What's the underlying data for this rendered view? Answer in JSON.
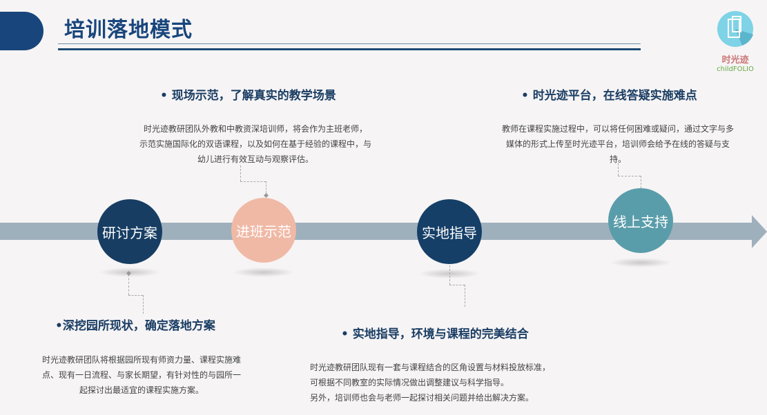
{
  "title": "培训落地模式",
  "logo": {
    "cn": "时光迹",
    "en": "childFOLIO"
  },
  "steps": [
    {
      "label": "研讨方案",
      "color": "#173d63"
    },
    {
      "label": "进班示范",
      "color": "#f0b9a6"
    },
    {
      "label": "实地指导",
      "color": "#153f67"
    },
    {
      "label": "线上支持",
      "color": "#5a9daa"
    }
  ],
  "blocks": [
    {
      "heading": "•深挖园所现状，确定落地方案",
      "lines": [
        "时光迹教研团队将根据园所现有师资力量、课程实施难",
        "点、现有一日流程、与家长期望，有针对性的与园所一",
        "起探讨出最适宜的课程实施方案。"
      ]
    },
    {
      "heading": "• 现场示范，了解真实的教学场景",
      "lines": [
        "时光迹教研团队外教和中教资深培训师，将会作为主班老师，",
        "示范实施国际化的双语课程，以及如何在基于经验的课程中，与",
        "幼儿进行有效互动与观察评估。"
      ]
    },
    {
      "heading": "• 实地指导，环境与课程的完美结合",
      "lines": [
        "时光迹教研团队现有一套与课程结合的区角设置与材料投放标准，",
        "可根据不同教室的实际情况做出调整建议与科学指导。",
        "另外，培训师也会与老师一起探讨相关问题并给出解决方案。"
      ]
    },
    {
      "heading": "• 时光迹平台，在线答疑实施难点",
      "lines": [
        "教师在课程实施过程中，可以将任何困难或疑问，通过文字与多",
        "媒体的形式上传至时光迹平台，培训师会给予在线的答疑与支",
        "持。"
      ]
    }
  ]
}
